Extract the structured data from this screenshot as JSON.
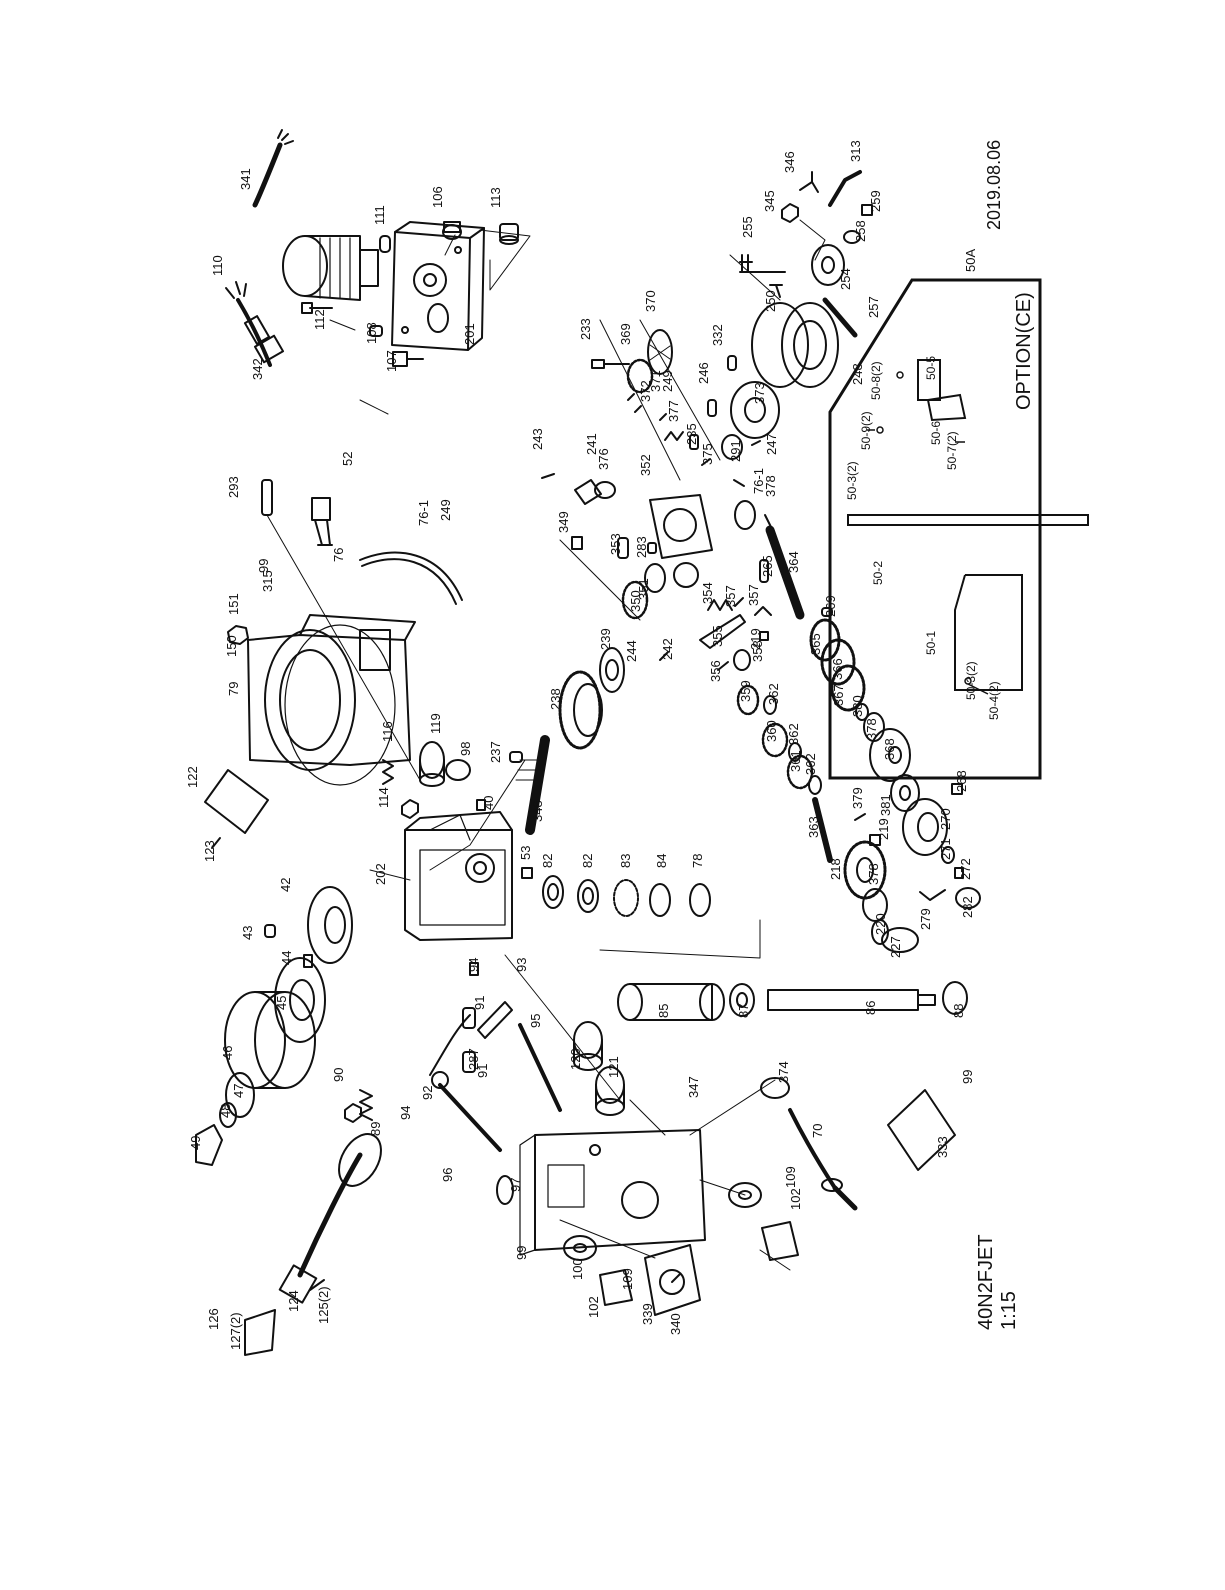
{
  "drawing": {
    "date": "2019.08.06",
    "model": "40N2FJET",
    "scale": "1:15",
    "option_box": {
      "title": "OPTION(CE)",
      "ref": "50A",
      "labels": [
        "50-1",
        "50-2",
        "50-3(2)",
        "50-3(2)",
        "50-4(2)",
        "50-5",
        "50-6",
        "50-7(2)",
        "50-8(2)",
        "50-9(2)"
      ]
    }
  },
  "callouts": [
    "341",
    "342",
    "110",
    "111",
    "106",
    "113",
    "112",
    "108",
    "107",
    "201",
    "293",
    "52",
    "150",
    "151",
    "99",
    "315",
    "76",
    "76-1",
    "249",
    "123",
    "122",
    "79",
    "116",
    "119",
    "98",
    "114",
    "40",
    "202",
    "43",
    "42",
    "44",
    "45",
    "46",
    "47",
    "48",
    "49",
    "53",
    "82",
    "82",
    "83",
    "84",
    "78",
    "85",
    "87",
    "86",
    "88",
    "94",
    "93",
    "91",
    "91",
    "287",
    "92",
    "94",
    "90",
    "89",
    "96",
    "97",
    "95",
    "120",
    "121",
    "347",
    "99",
    "100",
    "102",
    "109",
    "339",
    "340",
    "124",
    "125(2)",
    "126",
    "127(2)",
    "374",
    "70",
    "102",
    "109",
    "333",
    "99",
    "237",
    "238",
    "348",
    "239",
    "244",
    "242",
    "243",
    "241",
    "376",
    "349",
    "352",
    "353",
    "283",
    "351",
    "350",
    "354",
    "355",
    "357",
    "356",
    "357",
    "219",
    "358",
    "359",
    "362",
    "360",
    "362",
    "361",
    "362",
    "363",
    "379",
    "219",
    "218",
    "378",
    "220",
    "227",
    "233",
    "369",
    "370",
    "371",
    "372",
    "249",
    "377",
    "235",
    "375",
    "291",
    "246",
    "332",
    "76-1",
    "378",
    "265",
    "364",
    "269",
    "365",
    "366",
    "367",
    "380",
    "378",
    "368",
    "381",
    "268",
    "270",
    "271",
    "272",
    "279",
    "282",
    "247",
    "373",
    "248",
    "250",
    "257",
    "255",
    "254",
    "345",
    "346",
    "313",
    "258",
    "259"
  ]
}
